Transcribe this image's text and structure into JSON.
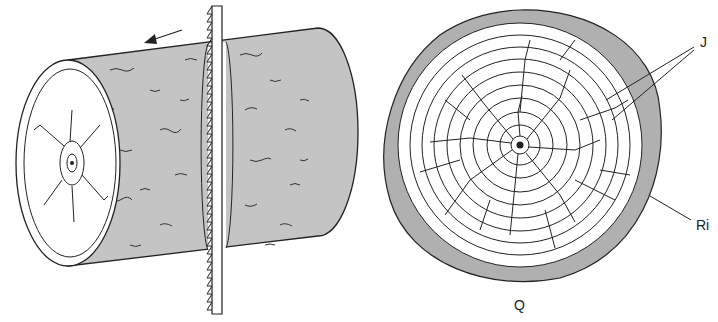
{
  "diagram": {
    "labels": [
      "J",
      "Ri",
      "Q"
    ]
  }
}
